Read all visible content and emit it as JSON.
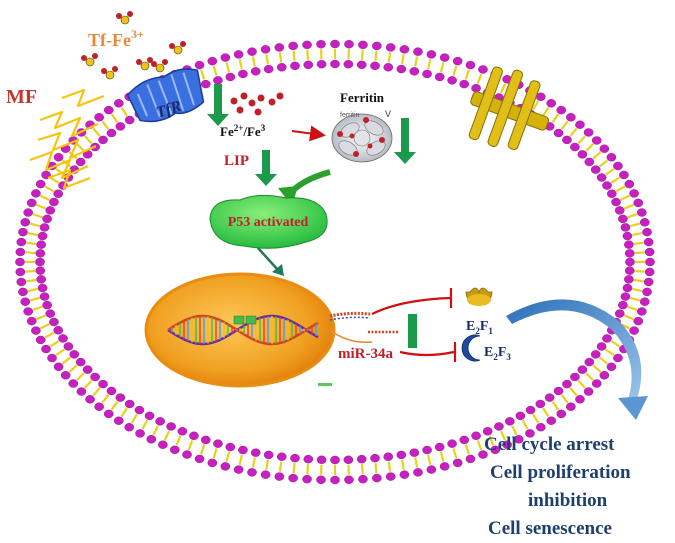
{
  "labels": {
    "mf": "MF",
    "tf_fe_prefix": "Tf-Fe",
    "tf_fe_sup": "3+",
    "tfr": "TfR",
    "fe_a": "Fe",
    "fe_a_sup": "2+",
    "fe_sep": "/Fe",
    "fe_b_sup": "3",
    "lip": "LIP",
    "ferritin": "Ferritin",
    "ferritin_small": "ferritin",
    "ferritin_v": "V",
    "p53": "P53 activated",
    "mir": "miR-34a",
    "e2f1_main": "E",
    "e2f1_sub_a": "2",
    "e2f1_mid": "F",
    "e2f1_sub_b": "1",
    "e2f3_main": "E",
    "e2f3_sub_a": "2",
    "e2f3_mid": "F",
    "e2f3_sub_b": "3"
  },
  "outcomes": [
    "Cell cycle arrest",
    "Cell proliferation",
    "inhibition",
    "Cell senescence"
  ],
  "colors": {
    "membrane_head": "#c81fc0",
    "membrane_tail": "#e6d21a",
    "arrow_green": "#1a9a4a",
    "inhibit_red": "#d01010",
    "nucleus": "#f39a14",
    "p53": "#3ed64a",
    "mf_text": "#c0392b",
    "tf_text": "#e8883a",
    "outcome_text": "#1f3f6e",
    "curve_arrow": "#3b7fc4"
  }
}
